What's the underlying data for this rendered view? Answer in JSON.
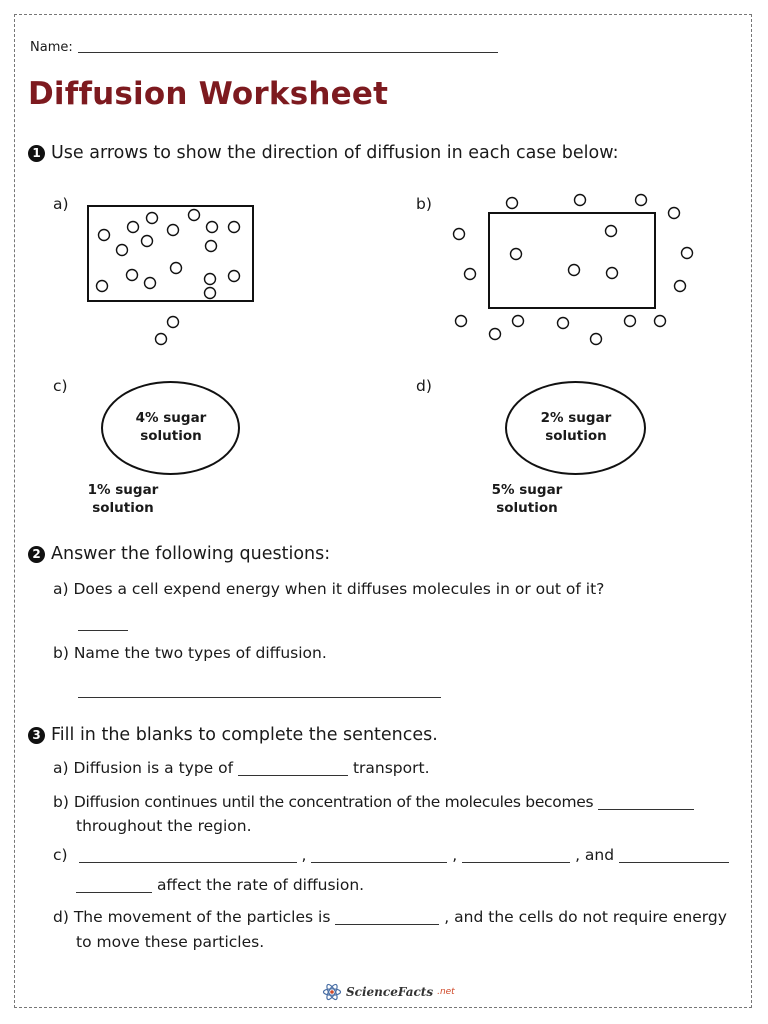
{
  "header": {
    "name_label": "Name:",
    "title": "Diffusion Worksheet"
  },
  "q1": {
    "number": "1",
    "heading": "Use arrows to show the direction of diffusion in each case below:",
    "a_label": "a)",
    "b_label": "b)",
    "c_label": "c)",
    "d_label": "d)",
    "c_inside_line1": "4% sugar",
    "c_inside_line2": "solution",
    "c_outside_line1": "1% sugar",
    "c_outside_line2": "solution",
    "d_inside_line1": "2% sugar",
    "d_inside_line2": "solution",
    "d_outside_line1": "5% sugar",
    "d_outside_line2": "solution"
  },
  "q2": {
    "number": "2",
    "heading": "Answer the following questions:",
    "a_label": "a)",
    "a_text": "Does a cell expend energy when it diffuses molecules in or out of it?",
    "b_label": "b)",
    "b_text": "Name the two types of diffusion."
  },
  "q3": {
    "number": "3",
    "heading": "Fill in the blanks to complete the sentences.",
    "a_label": "a)",
    "a_text1": "Diffusion is a type of",
    "a_text2": "transport.",
    "b_label": "b)",
    "b_text1": "Diffusion continues until the concentration of the molecules  becomes",
    "b_text2": "throughout the region.",
    "c_label": "c)",
    "c_sep1": ",",
    "c_sep2": ",",
    "c_sep3": ", and",
    "c_text2": "affect the rate of diffusion.",
    "d_label": "d)",
    "d_text1": "The movement of the particles is",
    "d_text2": ", and the cells do not require energy",
    "d_text3": "to move these particles."
  },
  "footer": {
    "brand": "ScienceFacts",
    "tld": ".net"
  }
}
